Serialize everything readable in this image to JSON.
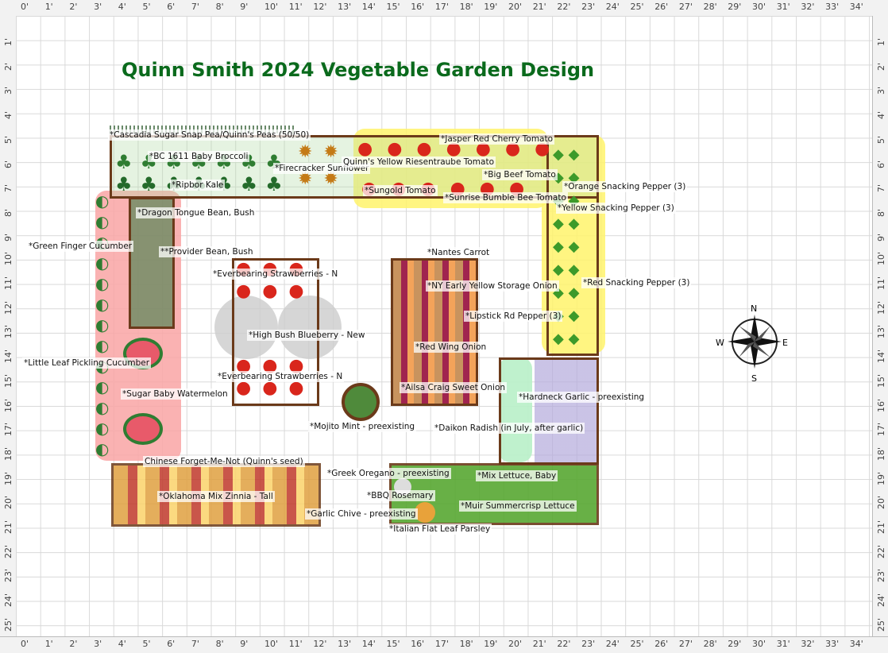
{
  "title": "Quinn Smith 2024 Vegetable Garden Design",
  "ruler": {
    "h_ticks": [
      "0'",
      "1'",
      "2'",
      "3'",
      "4'",
      "5'",
      "6'",
      "7'",
      "8'",
      "9'",
      "10'",
      "11'",
      "12'",
      "13'",
      "14'",
      "15'",
      "16'",
      "17'",
      "18'",
      "19'",
      "20'",
      "21'",
      "22'",
      "23'",
      "24'",
      "25'",
      "26'",
      "27'",
      "28'",
      "29'",
      "30'",
      "31'",
      "32'",
      "33'",
      "34'"
    ],
    "v_ticks": [
      "1'",
      "2'",
      "3'",
      "4'",
      "5'",
      "6'",
      "7'",
      "8'",
      "9'",
      "10'",
      "11'",
      "12'",
      "13'",
      "14'",
      "15'",
      "16'",
      "17'",
      "18'",
      "19'",
      "20'",
      "21'",
      "22'",
      "23'",
      "24'",
      "25'"
    ]
  },
  "labels": {
    "peas": "*Cascadia Sugar Snap Pea/Quinn's Peas (50/50)",
    "broccoli": "*BC 1611 Baby Broccoli",
    "kale": "*Ripbor Kale",
    "sunflower": "*Firecracker Sunflower",
    "dragon_bean": "*Dragon Tongue Bean, Bush",
    "cucumber_green": "*Green Finger Cucumber",
    "provider_bean": "**Provider Bean, Bush",
    "cucumber_pickling": "*Little Leaf Pickling Cucumber",
    "watermelon": "*Sugar Baby Watermelon",
    "forget_me_not": "Chinese Forget-Me-Not (Quinn's seed)",
    "zinnia": "*Oklahoma Mix Zinnia - Tall",
    "strawberries_n1": "*Everbearing Strawberries - N",
    "blueberry": "*High Bush Blueberry - New",
    "strawberries_n2": "*Everbearing Strawberries - N",
    "mint": "*Mojito Mint - preexisting",
    "jasper_tomato": "*Jasper Red Cherry Tomato",
    "yellow_tomato": "Quinn's Yellow Riesentraube Tomato",
    "big_beef": "*Big Beef Tomato",
    "sungold": "*Sungold Tomato",
    "bumble_bee": "*Sunrise Bumble Bee Tomato",
    "orange_pepper": "*Orange Snacking Pepper (3)",
    "yellow_pepper": "*Yellow Snacking Pepper (3)",
    "red_pepper": "*Red Snacking Pepper (3)",
    "carrot": "*Nantes Carrot",
    "ny_onion": "*NY Early Yellow Storage Onion",
    "lipstick_pepper": "*Lipstick Rd Pepper (3)",
    "red_onion": "*Red Wing Onion",
    "ailsa_onion": "*Ailsa Craig Sweet Onion",
    "radish": "*Daikon Radish (in July, after garlic)",
    "garlic": "*Hardneck Garlic - preexisting",
    "oregano": "*Greek Oregano - preexisting",
    "rosemary": "*BBQ Rosemary",
    "chive": "*Garlic Chive - preexisting",
    "parsley": "*Italian Flat Leaf Parsley",
    "lettuce_mix": "*Mix Lettuce, Baby",
    "lettuce_muir": "*Muir Summercrisp Lettuce"
  },
  "compass": {
    "n": "N",
    "s": "S",
    "e": "E",
    "w": "W"
  },
  "colors": {
    "title": "#0a6a1c",
    "bed_border": "#6b3a1a",
    "highlight_yellow": "#fff36b",
    "highlight_pink": "#f9a5a5",
    "highlight_green": "#b8f0c8"
  }
}
